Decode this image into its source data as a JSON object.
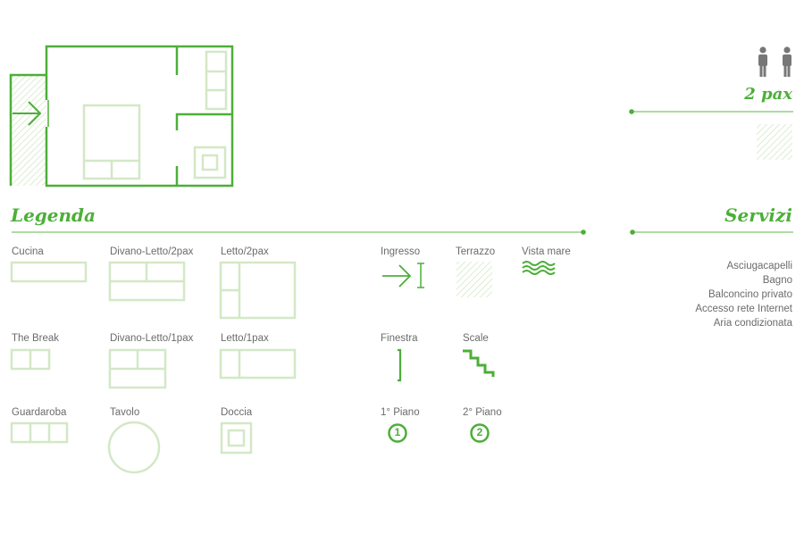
{
  "pax": {
    "label": "2 pax"
  },
  "legend": {
    "title": "Legenda",
    "items": {
      "cucina": "Cucina",
      "divano_letto_2": "Divano-Letto/2pax",
      "letto_2": "Letto/2pax",
      "the_break": "The Break",
      "divano_letto_1": "Divano-Letto/1pax",
      "letto_1": "Letto/1pax",
      "guardaroba": "Guardaroba",
      "tavolo": "Tavolo",
      "doccia": "Doccia",
      "ingresso": "Ingresso",
      "terrazzo": "Terrazzo",
      "vista_mare": "Vista mare",
      "finestra": "Finestra",
      "scale": "Scale",
      "piano_1": "1° Piano",
      "piano_2": "2° Piano",
      "piano_1_num": "1",
      "piano_2_num": "2"
    }
  },
  "services": {
    "title": "Servizi",
    "items": [
      "Asciugacapelli",
      "Bagno",
      "Balconcino privato",
      "Accesso rete Internet",
      "Aria condizionata"
    ]
  },
  "colors": {
    "accent": "#4caf38",
    "light": "#d3e8c6",
    "text": "#6b6b6b",
    "icon_gray": "#777777"
  },
  "icons": [
    "person-icon",
    "entrance-arrow-icon",
    "hatch-terrace-icon",
    "sea-view-waves-icon",
    "window-icon",
    "stairs-icon"
  ]
}
